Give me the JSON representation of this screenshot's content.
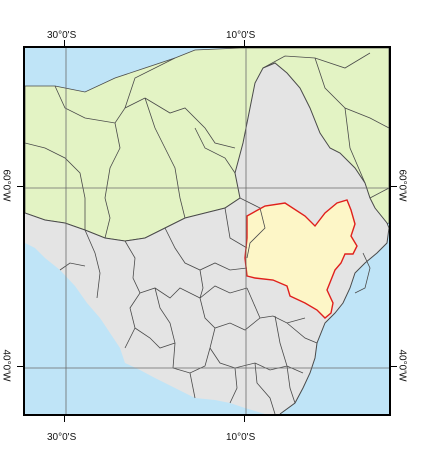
{
  "map": {
    "colors": {
      "ocean": "#bfe4f7",
      "neighbor_land": "#e3f3c4",
      "study_land": "#e4e4e4",
      "highlight": "#fdf6c7",
      "highlight_border": "#e0201c",
      "boundary": "#4a4a4a",
      "graticule": "#6a6a6a"
    },
    "axes": {
      "top": [
        "30°0'S",
        "10°0'S"
      ],
      "bottom": [
        "30°0'S",
        "10°0'S"
      ],
      "left": [
        "60°0'W",
        "40°0'W"
      ],
      "right": [
        "60°0'W",
        "40°0'W"
      ]
    }
  }
}
